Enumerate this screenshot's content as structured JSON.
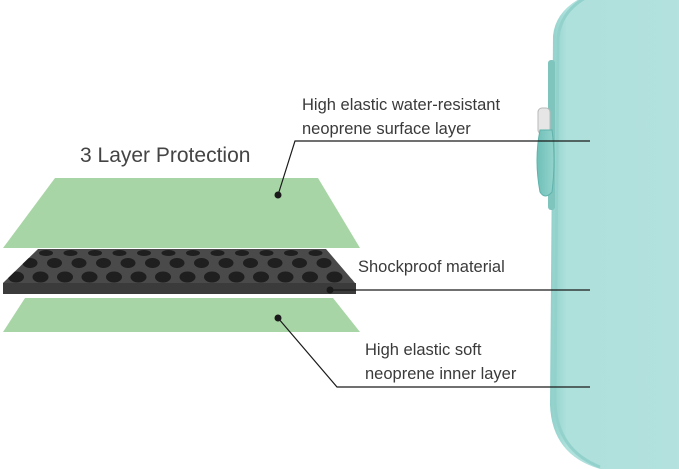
{
  "title": "3 Layer Protection",
  "layers": [
    {
      "id": "outer",
      "lines": [
        "High elastic water-resistant",
        "neoprene surface layer"
      ],
      "color": "#a8d5a6"
    },
    {
      "id": "middle",
      "lines": [
        "Shockproof material"
      ],
      "color": "#4a4a4a"
    },
    {
      "id": "inner",
      "lines": [
        "High elastic soft",
        "neoprene inner layer"
      ],
      "color": "#a8d5a6"
    }
  ],
  "colors": {
    "layer_green": "#a8d5a6",
    "foam_dark": "#4a4a4a",
    "foam_dots": "#1f1f1f",
    "sleeve_mint": "#a9dcd8",
    "sleeve_edge": "#8ccdc8",
    "zipper": "#7cc7c0",
    "leader_line": "#1a1a1a"
  },
  "sleeve": {
    "description_icon": "laptop-sleeve-with-zipper"
  }
}
